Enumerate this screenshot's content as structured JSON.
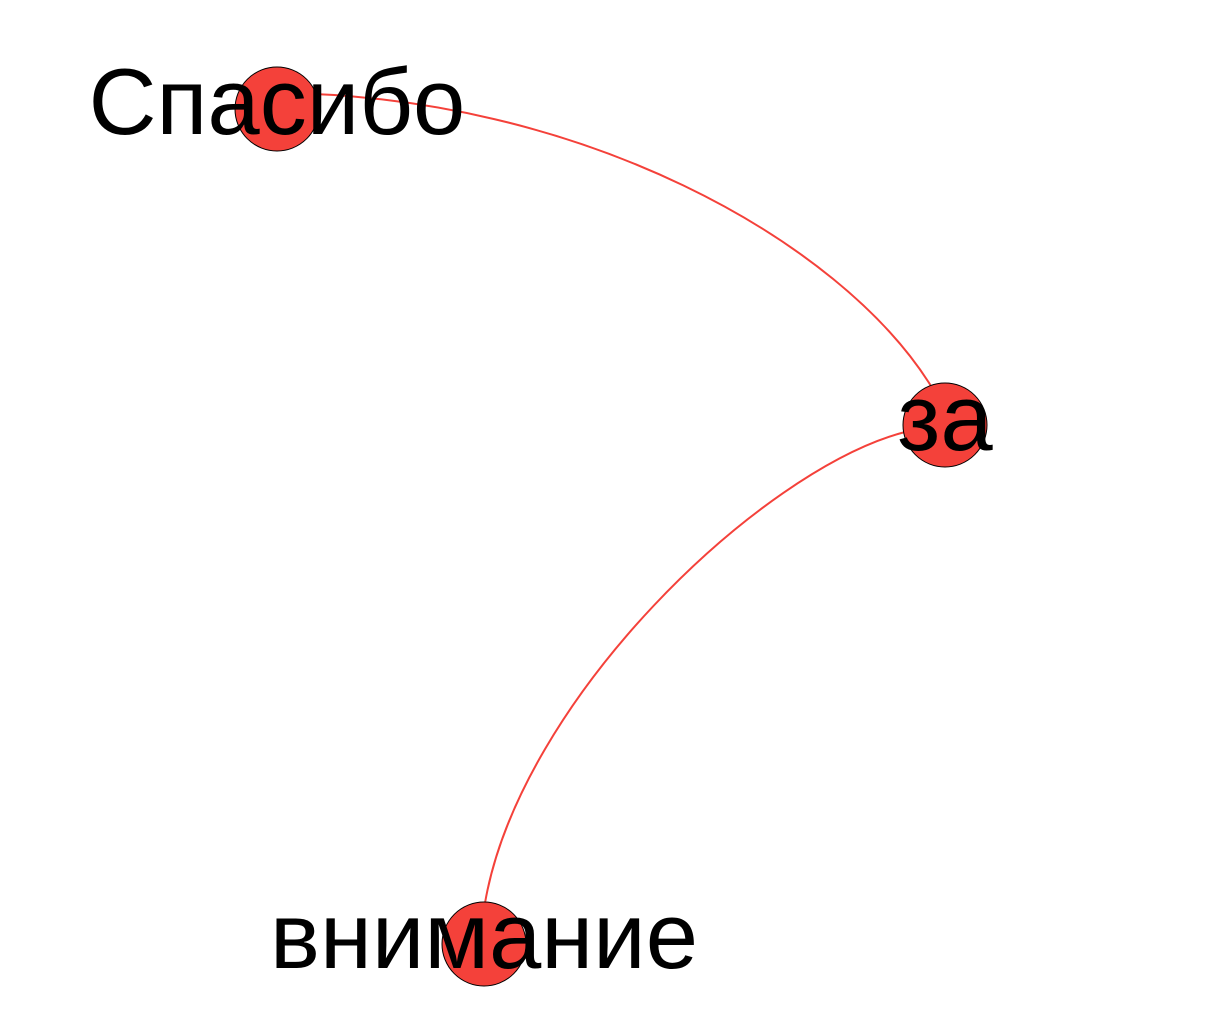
{
  "graph": {
    "colors": {
      "node_fill": "#f4413a",
      "node_stroke": "#000000",
      "edge": "#f4413a",
      "label": "#000000"
    },
    "nodes": [
      {
        "id": "spasibo",
        "label": "Спасибо"
      },
      {
        "id": "za",
        "label": "за"
      },
      {
        "id": "vnimanie",
        "label": "внимание"
      }
    ],
    "edges": [
      {
        "source": "spasibo",
        "target": "za"
      },
      {
        "source": "za",
        "target": "vnimanie"
      }
    ]
  }
}
